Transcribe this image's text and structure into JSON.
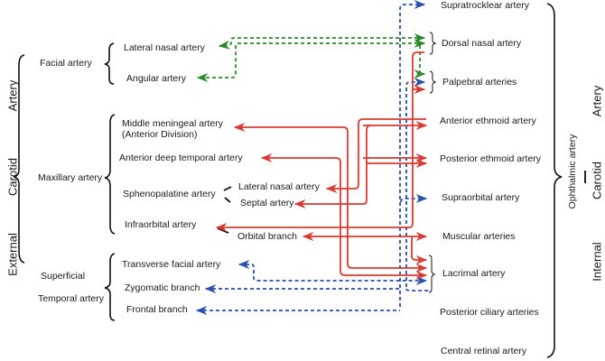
{
  "colors": {
    "red": "#d93a32",
    "green": "#2a8a2a",
    "blue": "#2a4faa",
    "text": "#1a1a1a"
  },
  "left": {
    "group_title": [
      "External",
      "Carotid",
      "Artery"
    ],
    "facial": {
      "label": "Facial artery",
      "branches": [
        "Lateral nasal artery",
        "Angular artery"
      ]
    },
    "maxillary": {
      "label": "Maxillary artery",
      "branches": [
        "Middle meningeal artery",
        "(Anterior Division)",
        "Anterior deep temporal artery",
        "Sphenopalatine artery",
        "Infraorbital artery"
      ],
      "sphenopalatine_sub": [
        "Lateral nasal artery",
        "Septal artery"
      ],
      "infraorbital_sub": [
        "Orbital branch"
      ]
    },
    "superficial_temporal": {
      "label_line1": "Superficial",
      "label_line2": "Temporal artery",
      "branches": [
        "Transverse facial artery",
        "Zygomatic branch",
        "Frontal branch"
      ]
    }
  },
  "right": {
    "ophthalmic_label": "Ophthalmic artery",
    "group_title": [
      "Internal",
      "Carotid",
      "Artery"
    ],
    "branches": [
      "Supratrocklear artery",
      "Dorsal nasal artery",
      "Palpebral arteries",
      "Anterior ethmoid artery",
      "Posterior ethmoid artery",
      "Supraorbital artery",
      "Muscular arteries",
      "Lacrimal artery",
      "Posterior ciliary arteries",
      "Central retinal artery"
    ]
  }
}
